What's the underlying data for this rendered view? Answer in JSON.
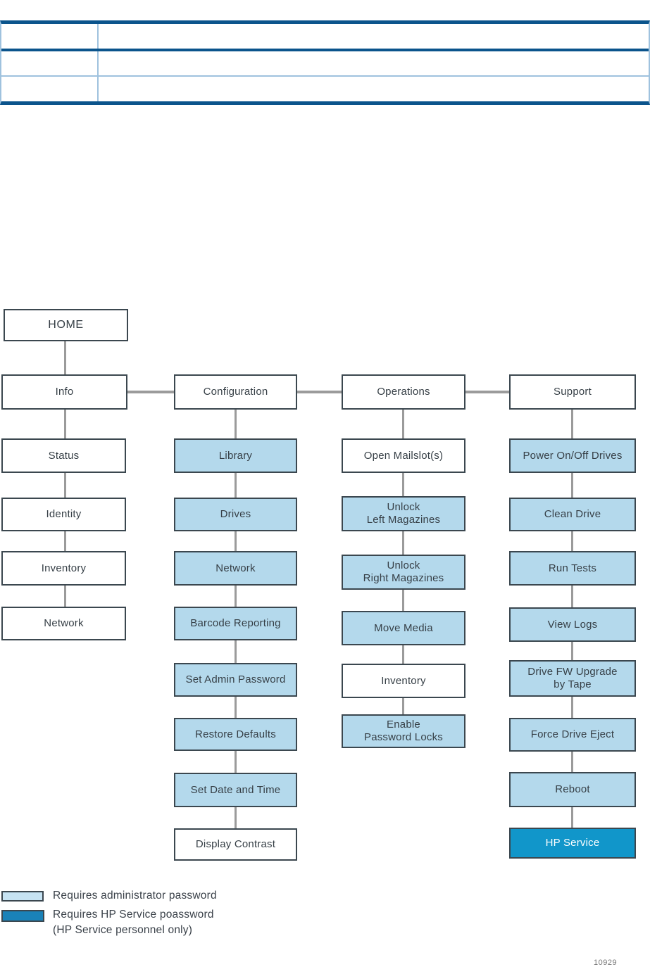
{
  "page": {
    "figure_number": "10929"
  },
  "colors": {
    "table_border_dark": "#0b548c",
    "table_border_light": "#9fc2de",
    "node_border": "#3b474f",
    "node_admin_fill": "#b4d9ec",
    "node_service_fill": "#1196ca",
    "connector_gray": "#9b9b9b",
    "legend_admin_swatch": "#c6e3f3",
    "legend_service_swatch": "#1a82b8"
  },
  "table": {
    "rows": 3,
    "columns": 2,
    "cell_values": [
      [
        "",
        ""
      ],
      [
        "",
        ""
      ],
      [
        "",
        ""
      ]
    ]
  },
  "menu_tree": {
    "root_label": "HOME",
    "columns": [
      {
        "top": {
          "label": "Info"
        },
        "children": [
          {
            "label": "Status"
          },
          {
            "label": "Identity"
          },
          {
            "label": "Inventory"
          },
          {
            "label": "Network"
          }
        ]
      },
      {
        "top": {
          "label": "Configuration"
        },
        "children": [
          {
            "label": "Library"
          },
          {
            "label": "Drives"
          },
          {
            "label": "Network"
          },
          {
            "label": "Barcode Reporting"
          },
          {
            "label": "Set Admin Password"
          },
          {
            "label": "Restore Defaults"
          },
          {
            "label": "Set Date and Time"
          },
          {
            "label": "Display Contrast"
          }
        ]
      },
      {
        "top": {
          "label": "Operations"
        },
        "children": [
          {
            "label": "Open Mailslot(s)"
          },
          {
            "label": "Unlock\nLeft Magazines"
          },
          {
            "label": "Unlock\nRight Magazines"
          },
          {
            "label": "Move Media"
          },
          {
            "label": "Inventory"
          },
          {
            "label": "Enable\nPassword Locks"
          }
        ]
      },
      {
        "top": {
          "label": "Support"
        },
        "children": [
          {
            "label": "Power On/Off Drives"
          },
          {
            "label": "Clean Drive"
          },
          {
            "label": "Run Tests"
          },
          {
            "label": "View Logs"
          },
          {
            "label": "Drive FW Upgrade\nby Tape"
          },
          {
            "label": "Force Drive Eject"
          },
          {
            "label": "Reboot"
          },
          {
            "label": "HP Service"
          }
        ]
      }
    ]
  },
  "legend": {
    "admin_label": "Requires administrator password",
    "service_label": "Requires HP Service poassword",
    "service_label_line2": "(HP Service personnel only)"
  }
}
